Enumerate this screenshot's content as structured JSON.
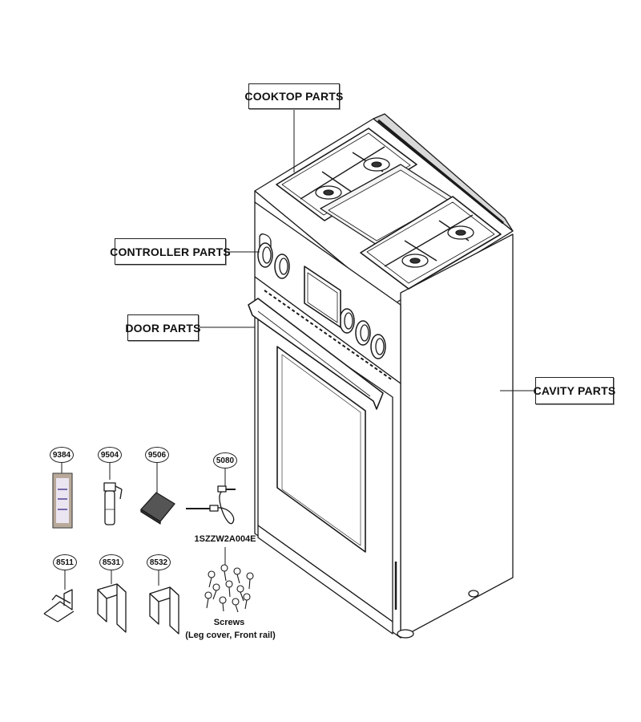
{
  "callouts": {
    "cooktop": "COOKTOP PARTS",
    "controller": "CONTROLLER  PARTS",
    "door": "DOOR PARTS",
    "cavity": "CAVITY PARTS"
  },
  "parts": {
    "p9384": "9384",
    "p9504": "9504",
    "p9506": "9506",
    "p5080": "5080",
    "p8511": "8511",
    "p8531": "8531",
    "p8532": "8532",
    "screw_code": "1SZZW2A004E",
    "screw_label": "Screws",
    "screw_note": "(Leg cover, Front rail)"
  }
}
